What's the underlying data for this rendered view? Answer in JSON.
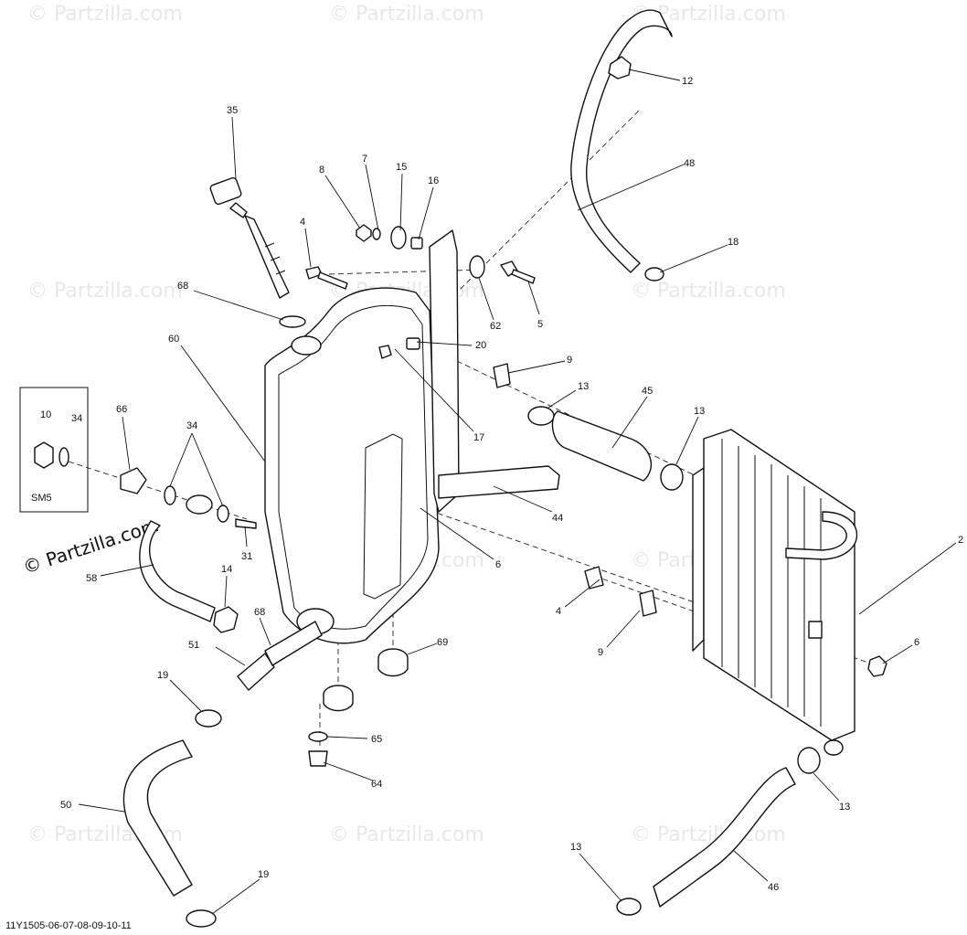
{
  "diagram": {
    "drawing_code": "11Y1505-06-07-08-09-10-11",
    "watermark": "© Partzilla.com",
    "inset_label": "SM5",
    "callouts": [
      "35",
      "8",
      "7",
      "15",
      "16",
      "4",
      "68",
      "60",
      "66",
      "34",
      "10",
      "34",
      "62",
      "5",
      "20",
      "9",
      "17",
      "13",
      "45",
      "13",
      "44",
      "31",
      "6",
      "58",
      "14",
      "68",
      "51",
      "69",
      "19",
      "65",
      "64",
      "50",
      "19",
      "12",
      "48",
      "18",
      "2",
      "4",
      "9",
      "6",
      "13",
      "13",
      "46"
    ]
  }
}
